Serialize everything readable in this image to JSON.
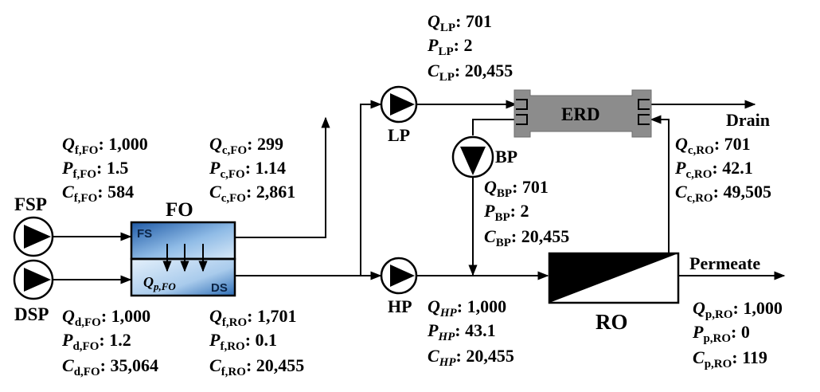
{
  "units": {
    "FSP": "FSP",
    "DSP": "DSP",
    "FO": "FO",
    "FS": "FS",
    "DS": "DS",
    "LP": "LP",
    "HP": "HP",
    "BP": "BP",
    "ERD": "ERD",
    "RO": "RO",
    "Drain": "Drain",
    "Permeate": "Permeate"
  },
  "membrane_flux": {
    "main": "Q",
    "sub": "p,FO"
  },
  "streams": {
    "f_fo": {
      "q": {
        "sub": "f,FO",
        "value": "1,000"
      },
      "p": {
        "sub": "f,FO",
        "value": "1.5"
      },
      "c": {
        "sub": "f,FO",
        "value": "584"
      }
    },
    "d_fo": {
      "q": {
        "sub": "d,FO",
        "value": "1,000"
      },
      "p": {
        "sub": "d,FO",
        "value": "1.2"
      },
      "c": {
        "sub": "d,FO",
        "value": "35,064"
      }
    },
    "c_fo": {
      "q": {
        "sub": "c,FO",
        "value": "299"
      },
      "p": {
        "sub": "c,FO",
        "value": "1.14"
      },
      "c": {
        "sub": "c,FO",
        "value": "2,861"
      }
    },
    "f_ro": {
      "q": {
        "sub": "f,RO",
        "value": "1,701"
      },
      "p": {
        "sub": "f,RO",
        "value": "0.1"
      },
      "c": {
        "sub": "f,RO",
        "value": "20,455"
      }
    },
    "lp": {
      "q": {
        "sub": "LP",
        "value": "701"
      },
      "p": {
        "sub": "LP",
        "value": "2"
      },
      "c": {
        "sub": "LP",
        "value": "20,455"
      }
    },
    "bp": {
      "q": {
        "sub": "BP",
        "value": "701"
      },
      "p": {
        "sub": "BP",
        "value": "2"
      },
      "c": {
        "sub": "BP",
        "value": "20,455"
      }
    },
    "hp": {
      "q": {
        "sub": "HP",
        "value": "1,000"
      },
      "p": {
        "sub": "HP",
        "value": "43.1"
      },
      "c": {
        "sub": "HP",
        "value": "20,455"
      }
    },
    "c_ro": {
      "q": {
        "sub": "c,RO",
        "value": "701"
      },
      "p": {
        "sub": "c,RO",
        "value": "42.1"
      },
      "c": {
        "sub": "c,RO",
        "value": "49,505"
      }
    },
    "p_ro": {
      "q": {
        "sub": "p,RO",
        "value": "1,000"
      },
      "p": {
        "sub": "p,RO",
        "value": "0"
      },
      "c": {
        "sub": "p,RO",
        "value": "119"
      }
    }
  },
  "symbols": {
    "q": "Q",
    "p": "P",
    "c": "C",
    "sep": ": "
  },
  "colors": {
    "line": "#000000",
    "erd_fill": "#8c8c8c",
    "fo_top": "#2e6bb2",
    "fo_light": "#cfe3f5",
    "ro_fill": "#000000"
  }
}
